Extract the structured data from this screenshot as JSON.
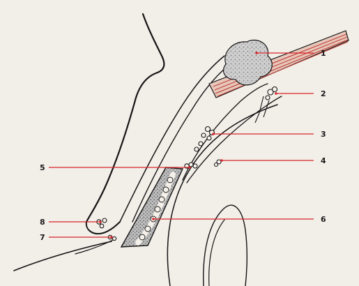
{
  "labels": [
    {
      "id": "1",
      "text": "1"
    },
    {
      "id": "2",
      "text": "2"
    },
    {
      "id": "3",
      "text": "3"
    },
    {
      "id": "4",
      "text": "4"
    },
    {
      "id": "5",
      "text": "5"
    },
    {
      "id": "6",
      "text": "6"
    },
    {
      "id": "7",
      "text": "7"
    },
    {
      "id": "8",
      "text": "8"
    }
  ],
  "colors": {
    "paper": "#f2eee8",
    "ink": "#141414",
    "leader": "#d8262a",
    "muscle": "#c4433a",
    "gland": "#8a8a8a"
  }
}
